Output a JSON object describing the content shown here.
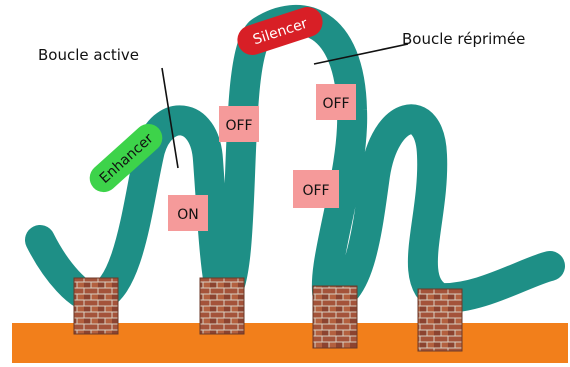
{
  "callouts": {
    "active_loop": "Boucle active",
    "repressed_loop": "Boucle réprimée"
  },
  "elements": {
    "enhancer": "Enhancer",
    "silencer": "Silencer"
  },
  "states": {
    "on": "ON",
    "off": "OFF"
  },
  "colors": {
    "chromatin": "#1e8f86",
    "ground": "#f27f1b",
    "state_box": "#f59a9a",
    "enhancer": "#3dd34a",
    "silencer": "#d81f26",
    "brick": "#a4533a",
    "mortar": "#d9cfc1"
  }
}
